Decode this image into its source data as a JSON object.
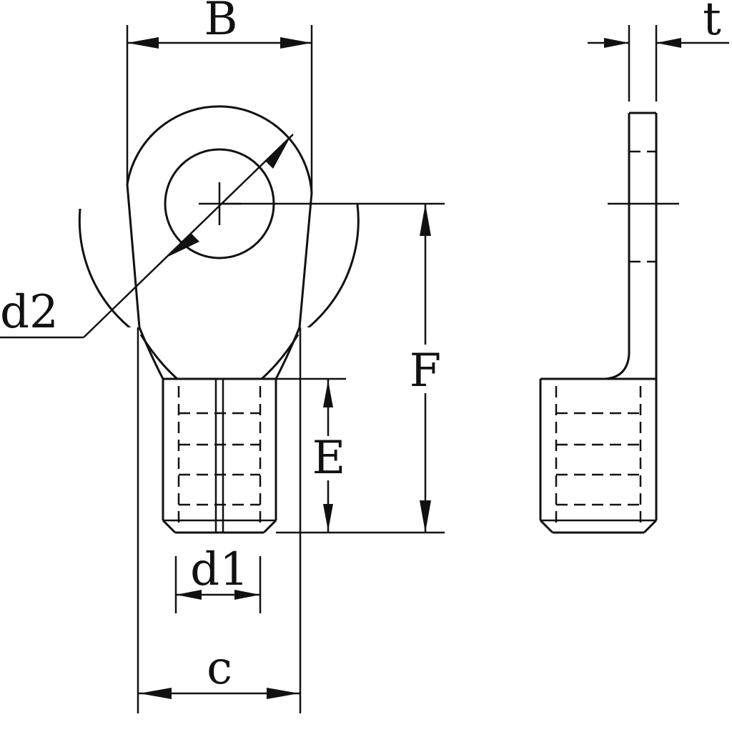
{
  "labels": {
    "B": "B",
    "t": "t",
    "d2": "d2",
    "F": "F",
    "E": "E",
    "d1": "d1",
    "c": "c"
  }
}
